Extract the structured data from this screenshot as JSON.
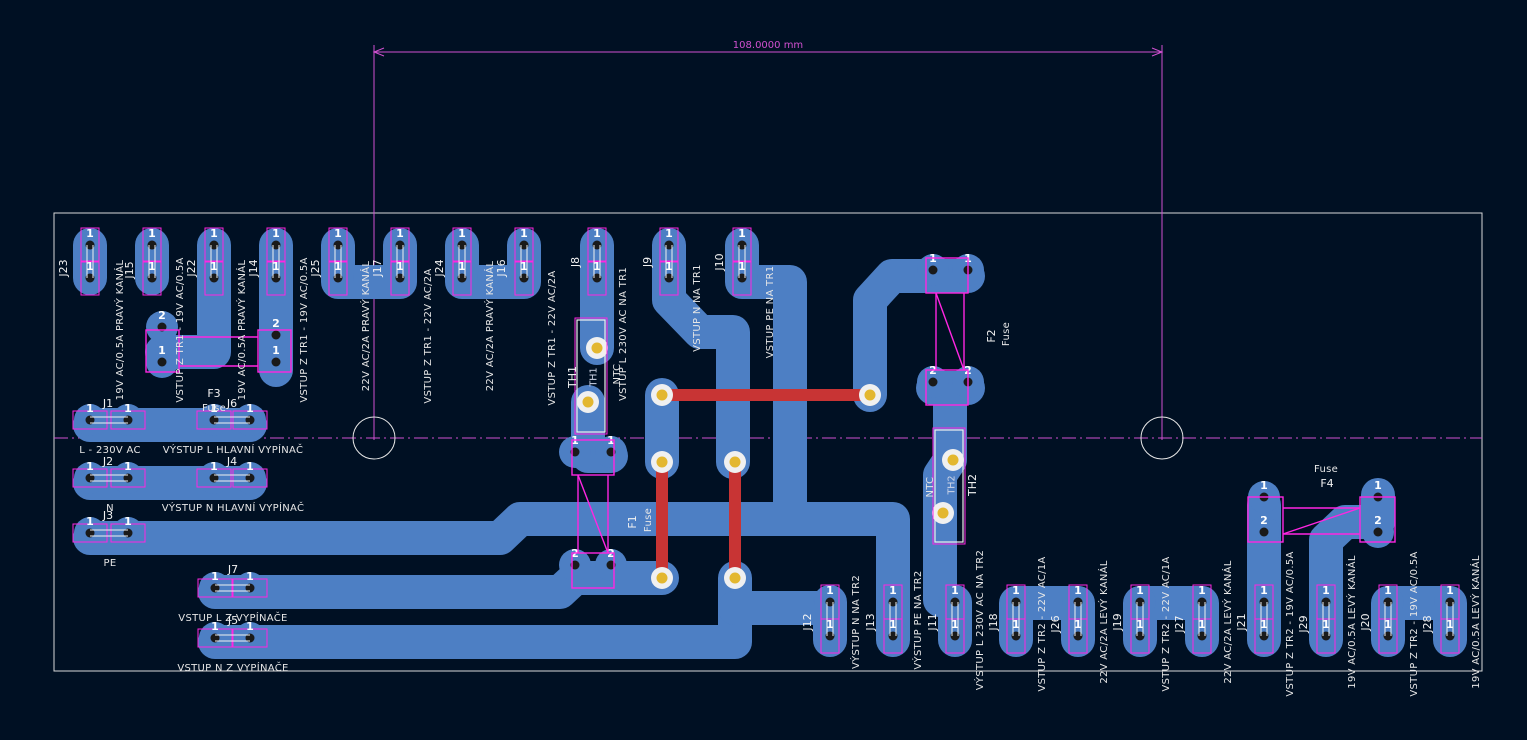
{
  "colors": {
    "background": "#001023",
    "copper_bottom": "#4d7fc4",
    "copper_top": "#c83434",
    "edge_cuts": "#d8d8d8",
    "courtyard": "#ff26e2",
    "dimension": "#d050d0",
    "via_ring": "#f0f0f0",
    "via_drill": "#e3b72f",
    "silkscreen": "#f2f2f2"
  },
  "dimension": {
    "label": "108.0000 mm"
  },
  "footprints": [
    {
      "id": "J23",
      "ref": "J23",
      "value": "19V AC/0.5A PRAVÝ KANÁL",
      "pads": [
        "1",
        "1"
      ]
    },
    {
      "id": "J15",
      "ref": "J15",
      "value": "VSTUP Z TR1 - 19V AC/0.5A",
      "pads": [
        "1",
        "1"
      ]
    },
    {
      "id": "J22",
      "ref": "J22",
      "value": "19V AC/0.5A PRAVÝ KANÁL",
      "pads": [
        "1",
        "1"
      ]
    },
    {
      "id": "J14",
      "ref": "J14",
      "value": "VSTUP Z TR1 - 19V AC/0.5A",
      "pads": [
        "1",
        "1"
      ]
    },
    {
      "id": "J25",
      "ref": "J25",
      "value": "22V AC/2A PRAVÝ KANÁL",
      "pads": [
        "1",
        "1"
      ]
    },
    {
      "id": "J17",
      "ref": "J17",
      "value": "VSTUP Z TR1 - 22V AC/2A",
      "pads": [
        "1",
        "1"
      ]
    },
    {
      "id": "J24",
      "ref": "J24",
      "value": "22V AC/2A PRAVÝ KANÁL",
      "pads": [
        "1",
        "1"
      ]
    },
    {
      "id": "J16",
      "ref": "J16",
      "value": "VSTUP Z TR1 - 22V AC/2A",
      "pads": [
        "1",
        "1"
      ]
    },
    {
      "id": "J8",
      "ref": "J8",
      "value": "VSTUP L 230V AC NA TR1",
      "pads": [
        "1",
        "1"
      ]
    },
    {
      "id": "J9",
      "ref": "J9",
      "value": "VSTUP N NA TR1",
      "pads": [
        "1",
        "1"
      ]
    },
    {
      "id": "J10",
      "ref": "J10",
      "value": "VSTUP PE NA TR1",
      "pads": [
        "1",
        "1"
      ]
    },
    {
      "id": "F3",
      "ref": "F3",
      "value": "Fuse",
      "pads": [
        "2",
        "2",
        "1",
        "1"
      ]
    },
    {
      "id": "F2",
      "ref": "F2",
      "value": "Fuse",
      "pads": [
        "1",
        "1",
        "2",
        "2"
      ]
    },
    {
      "id": "TH1",
      "ref": "TH1",
      "value": "NTC",
      "fab": "TH1"
    },
    {
      "id": "TH2",
      "ref": "TH2",
      "value": "NTC",
      "fab": "TH2"
    },
    {
      "id": "J1",
      "ref": "J1",
      "value": "L - 230V AC",
      "pads": [
        "1",
        "1"
      ]
    },
    {
      "id": "J6",
      "ref": "J6",
      "value": "VÝSTUP L HLAVNÍ VYPÍNAČ",
      "pads": [
        "1",
        "1"
      ]
    },
    {
      "id": "J2",
      "ref": "J2",
      "value": "N",
      "pads": [
        "1",
        "1"
      ]
    },
    {
      "id": "J4",
      "ref": "J4",
      "value": "VÝSTUP N HLAVNÍ VYPÍNAČ",
      "pads": [
        "1",
        "1"
      ]
    },
    {
      "id": "J3",
      "ref": "J3",
      "value": "PE",
      "pads": [
        "1",
        "1"
      ]
    },
    {
      "id": "J7",
      "ref": "J7",
      "value": "VSTUP L Z VYPÍNAČE",
      "pads": [
        "1",
        "1"
      ]
    },
    {
      "id": "J5",
      "ref": "J5",
      "value": "VSTUP N Z VYPÍNAČE",
      "pads": [
        "1",
        "1"
      ]
    },
    {
      "id": "F1",
      "ref": "F1",
      "value": "Fuse",
      "pads": [
        "1",
        "1",
        "2",
        "2"
      ]
    },
    {
      "id": "J12",
      "ref": "J12",
      "value": "VÝSTUP N NA TR2",
      "pads": [
        "1",
        "1"
      ]
    },
    {
      "id": "J13",
      "ref": "J13",
      "value": "VÝSTUP PE NA TR2",
      "pads": [
        "1",
        "1"
      ]
    },
    {
      "id": "J11",
      "ref": "J11",
      "value": "VÝSTUP L 230V AC NA TR2",
      "pads": [
        "1",
        "1"
      ]
    },
    {
      "id": "J18",
      "ref": "J18",
      "value": "VSTUP Z TR2 - 22V AC/1A",
      "pads": [
        "1",
        "1"
      ]
    },
    {
      "id": "J26",
      "ref": "J26",
      "value": "22V AC/2A LEVÝ KANÁL",
      "pads": [
        "1",
        "1"
      ]
    },
    {
      "id": "J19",
      "ref": "J19",
      "value": "VSTUP Z TR2 - 22V AC/1A",
      "pads": [
        "1",
        "1"
      ]
    },
    {
      "id": "J27",
      "ref": "J27",
      "value": "22V AC/2A LEVÝ KANÁL",
      "pads": [
        "1",
        "1"
      ]
    },
    {
      "id": "J21",
      "ref": "J21",
      "value": "VSTUP Z TR2 - 19V AC/0.5A",
      "pads": [
        "1",
        "1"
      ]
    },
    {
      "id": "J29",
      "ref": "J29",
      "value": "19V AC/0.5A LEVÝ KANÁL",
      "pads": [
        "1",
        "1"
      ]
    },
    {
      "id": "J20",
      "ref": "J20",
      "value": "VSTUP Z TR2 - 19V AC/0.5A",
      "pads": [
        "1",
        "1"
      ]
    },
    {
      "id": "J28",
      "ref": "J28",
      "value": "19V AC/0.5A LEVÝ KANÁL",
      "pads": [
        "1",
        "1"
      ]
    },
    {
      "id": "F4",
      "ref": "F4",
      "value": "Fuse",
      "pads": [
        "1",
        "1",
        "2",
        "2"
      ]
    }
  ]
}
